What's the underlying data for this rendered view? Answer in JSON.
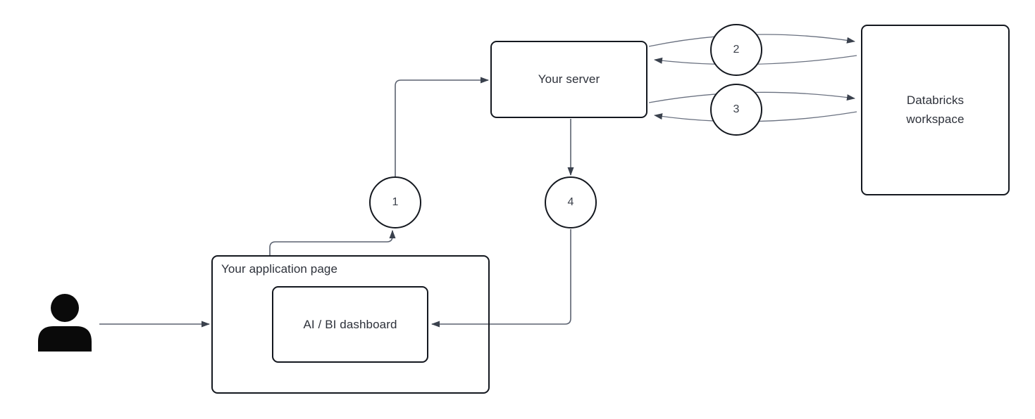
{
  "diagram": {
    "nodes": {
      "application_page": {
        "label": "Your application page"
      },
      "dashboard": {
        "label": "AI / BI dashboard"
      },
      "server": {
        "label": "Your server"
      },
      "databricks": {
        "label": "Databricks workspace"
      }
    },
    "actor": {
      "icon": "person-icon"
    },
    "steps": [
      {
        "number": "1"
      },
      {
        "number": "2"
      },
      {
        "number": "3"
      },
      {
        "number": "4"
      }
    ],
    "edges": [
      {
        "from": "user",
        "to": "application_page",
        "bidirectional": false
      },
      {
        "from": "application_page",
        "to": "server",
        "step": "1",
        "bidirectional": false
      },
      {
        "from": "server",
        "to": "databricks",
        "step": "2",
        "bidirectional": true
      },
      {
        "from": "server",
        "to": "databricks",
        "step": "3",
        "bidirectional": true
      },
      {
        "from": "server",
        "to": "dashboard",
        "step": "4",
        "bidirectional": false
      }
    ],
    "colors": {
      "background": "#ffffff",
      "box_border": "#14181f",
      "connector": "#5b6270",
      "arrowhead": "#3a414d",
      "text": "#2d313a",
      "actor_icon": "#0a0a0a"
    }
  }
}
